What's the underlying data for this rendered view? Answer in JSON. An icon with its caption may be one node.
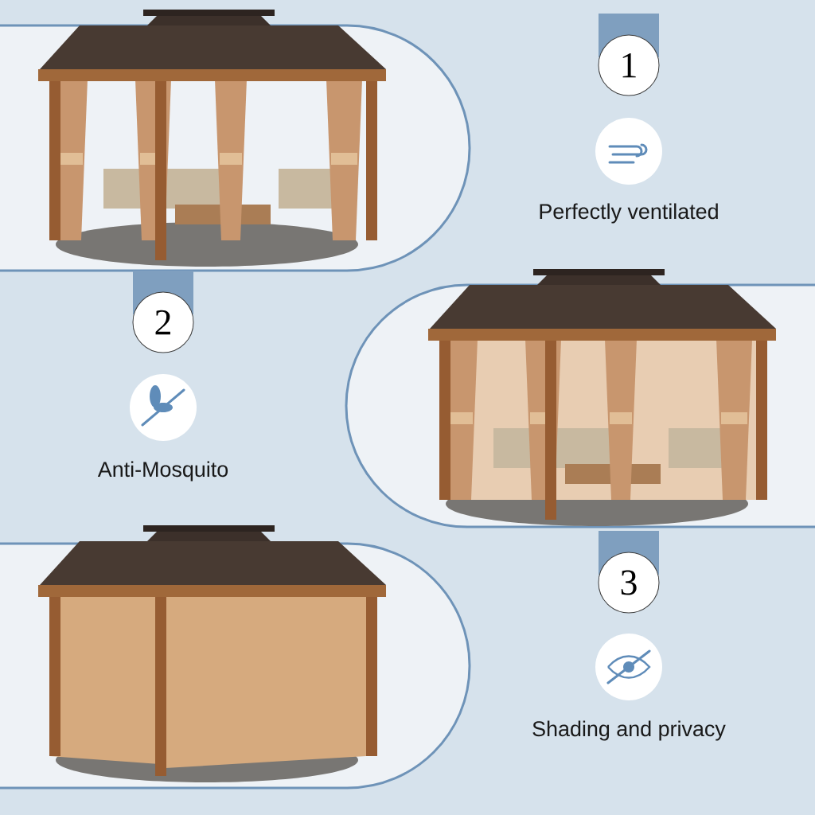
{
  "diagram": {
    "nodes": [
      {
        "text": [],
        "shape": "picture"
      },
      {
        "text": [
          "1"
        ]
      },
      {
        "text": [
          "2"
        ]
      },
      {
        "text": [],
        "shape": "picture"
      },
      {
        "text": [
          "3"
        ]
      },
      {
        "text": [],
        "shape": "picture"
      }
    ],
    "labels": [
      "Perfectly ventilated",
      "Anti-Mosquito",
      "Shading and privacy"
    ]
  }
}
